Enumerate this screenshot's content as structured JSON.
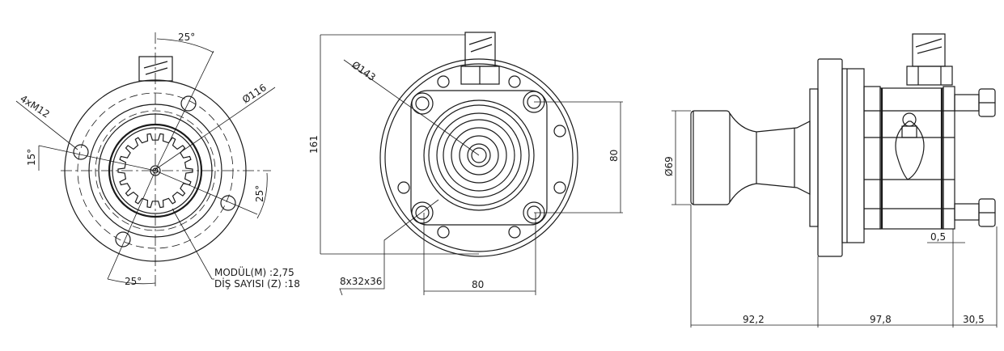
{
  "front_view": {
    "angle_top": "25°",
    "angle_bottom": "25°",
    "angle_right": "25°",
    "angle_left": "15°",
    "bolt_callout": "4xM12",
    "bolt_circle_diameter": "Ø116",
    "module_label": "MODÜL(M)   :2,75",
    "teeth_label": "DİŞ SAYISI (Z) :18"
  },
  "rear_view": {
    "flange_diameter": "Ø143",
    "overall_height": "161",
    "bolt_spacing_vertical": "80",
    "bolt_spacing_horizontal": "80",
    "spline_spec": "8x32x36"
  },
  "side_view": {
    "shaft_diameter": "Ø69",
    "gap": "0,5",
    "length_shaft": "92,2",
    "length_body": "97,8",
    "length_bolts": "30,5"
  }
}
